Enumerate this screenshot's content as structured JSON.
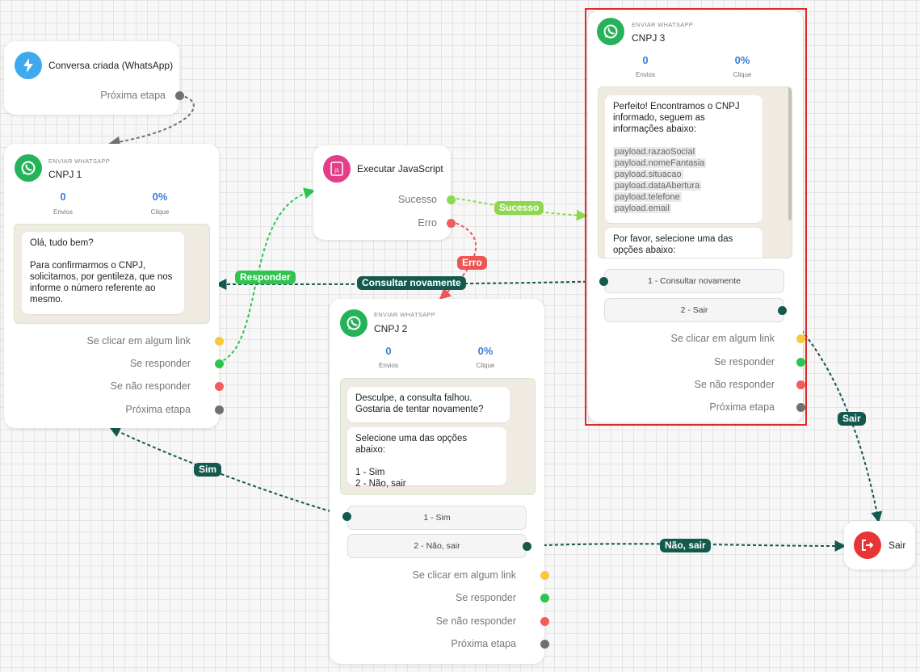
{
  "colors": {
    "whatsapp": "#25b35a",
    "accent_blue": "#3d7bd9",
    "port_yellow": "#f8c93a",
    "port_green": "#2ec44e",
    "port_red": "#f25c5c",
    "port_gray": "#707070",
    "edge_dark": "#13594e",
    "edge_lightgreen": "#8ed84f",
    "edge_red": "#ee5656",
    "selection": "#e02b2b"
  },
  "trigger": {
    "title": "Conversa criada (WhatsApp)",
    "next": "Próxima etapa"
  },
  "cnpj1": {
    "sup": "ENVIAR WHATSAPP",
    "title": "CNPJ 1",
    "envios": "0",
    "envios_label": "Envios",
    "clique": "0%",
    "clique_label": "Clique",
    "msg": [
      "Olá, tudo bem?",
      "Para confirmarmos o CNPJ, solicitamos, por gentileza, que nos informe o número referente ao mesmo."
    ],
    "ports": [
      "Se clicar em algum link",
      "Se responder",
      "Se não responder",
      "Próxima etapa"
    ]
  },
  "js": {
    "title": "Executar JavaScript",
    "success": "Sucesso",
    "error": "Erro"
  },
  "cnpj2": {
    "sup": "ENVIAR WHATSAPP",
    "title": "CNPJ 2",
    "envios": "0",
    "envios_label": "Envios",
    "clique": "0%",
    "clique_label": "Clique",
    "msg1": [
      "Desculpe, a consulta falhou.",
      "Gostaria de tentar novamente?"
    ],
    "msg2": [
      "Selecione uma das opções abaixo:",
      "1 - Sim",
      "2 - Não, sair"
    ],
    "options": [
      "1 - Sim",
      "2 - Não, sair"
    ],
    "ports": [
      "Se clicar em algum link",
      "Se responder",
      "Se não responder",
      "Próxima etapa"
    ]
  },
  "cnpj3": {
    "sup": "ENVIAR WHATSAPP",
    "title": "CNPJ 3",
    "envios": "0",
    "envios_label": "Envios",
    "clique": "0%",
    "clique_label": "Clique",
    "msg1_intro": "Perfeito! Encontramos o CNPJ informado, seguem as informações abaixo:",
    "fields": [
      "payload.razaoSocial",
      "payload.nomeFantasia",
      "payload.situacao",
      "payload.dataAbertura",
      "payload.telefone",
      "payload.email"
    ],
    "msg2": "Por favor, selecione uma das opções abaixo:",
    "options": [
      "1 - Consultar novamente",
      "2 - Sair"
    ],
    "ports": [
      "Se clicar em algum link",
      "Se responder",
      "Se não responder",
      "Próxima etapa"
    ]
  },
  "exit": {
    "title": "Sair"
  },
  "edge_labels": {
    "sucesso": "Sucesso",
    "erro": "Erro",
    "responder": "Responder",
    "consultar": "Consultar novamente",
    "sim": "Sim",
    "nao_sair": "Não, sair",
    "sair": "Sair"
  }
}
